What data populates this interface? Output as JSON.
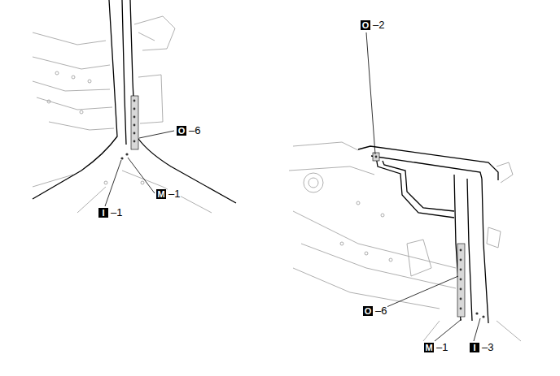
{
  "diagram": {
    "labels": [
      "O",
      "–6",
      "M",
      "–1",
      "I",
      "–1",
      "O",
      "–2",
      "O",
      "–6",
      "M",
      "–1",
      "I",
      "–3"
    ]
  }
}
